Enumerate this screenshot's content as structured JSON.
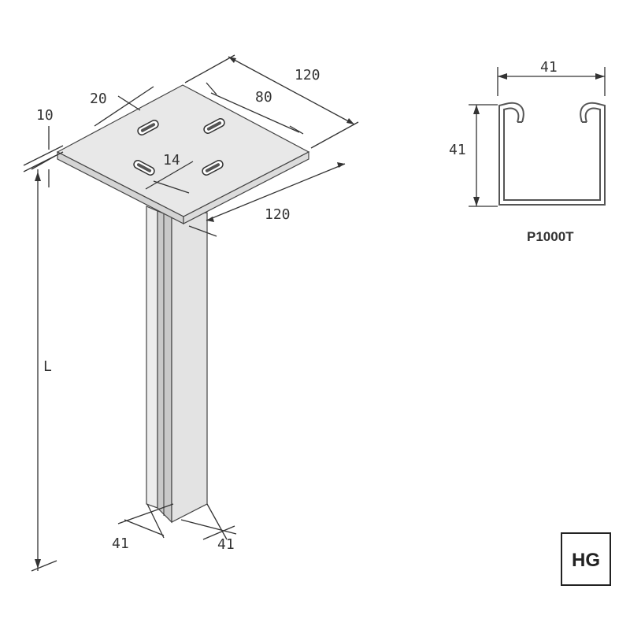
{
  "dimensions": {
    "plate_length_top": "120",
    "plate_length_side": "120",
    "slot_spacing": "80",
    "slot_length": "20",
    "slot_width": "14",
    "plate_thickness": "10",
    "post_length": "L",
    "post_width_left": "41",
    "post_width_right": "41",
    "section_width": "41",
    "section_height": "41"
  },
  "section_label": "P1000T",
  "badge": "HG",
  "colors": {
    "line": "#333333",
    "plate_face": "#e6e6e6",
    "post_face": "#e4e4e4",
    "post_shadow": "#cfcfcf",
    "badge_border": "#222222"
  }
}
